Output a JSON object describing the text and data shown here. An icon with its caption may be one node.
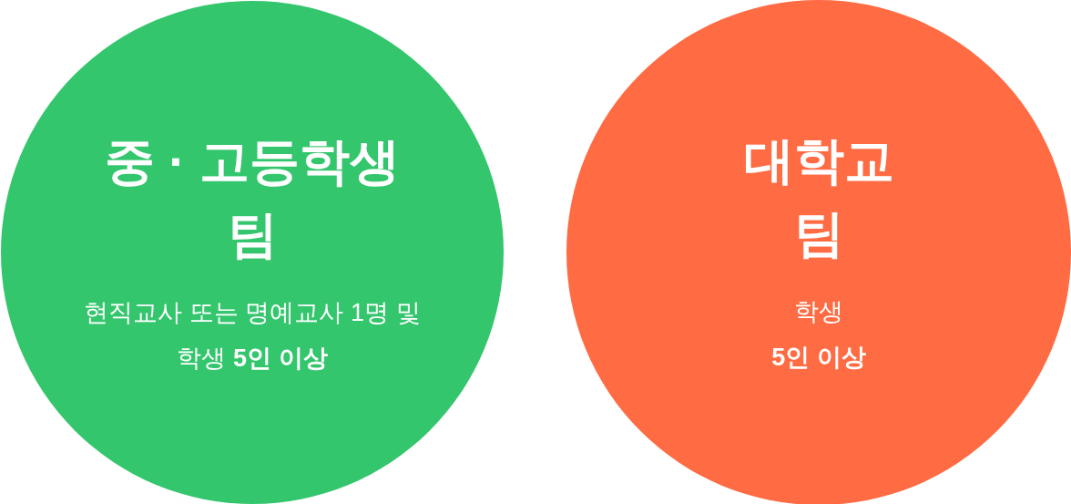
{
  "diagram": {
    "nodes": [
      {
        "text": [
          "중 · 고등학생 팀",
          "현직교사 또는 명예교사 1명 및 학생 **5인 이상**"
        ]
      },
      {
        "text": [
          "대학교 팀",
          "학생 **5인 이상**"
        ]
      }
    ]
  }
}
